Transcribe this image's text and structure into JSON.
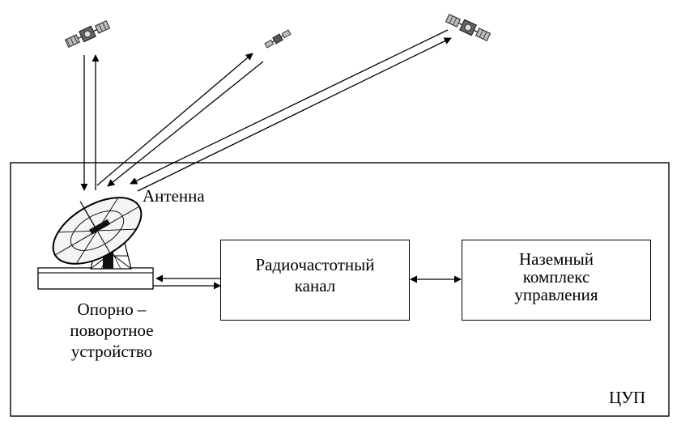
{
  "labels": {
    "antenna": "Антенна",
    "mount_line1": "Опорно –",
    "mount_line2": "поворотное",
    "mount_line3": "устройство",
    "radio_line1": "Радиочастотный",
    "radio_line2": "канал",
    "ground_line1": "Наземный",
    "ground_line2": "комплекс",
    "ground_line3": "управления",
    "center": "ЦУП"
  },
  "icons": {
    "satellites": [
      "satellite-icon",
      "satellite-icon",
      "satellite-icon"
    ],
    "antenna": "dish-antenna-icon"
  },
  "colors": {
    "stroke": "#000000",
    "fill": "#ffffff"
  }
}
